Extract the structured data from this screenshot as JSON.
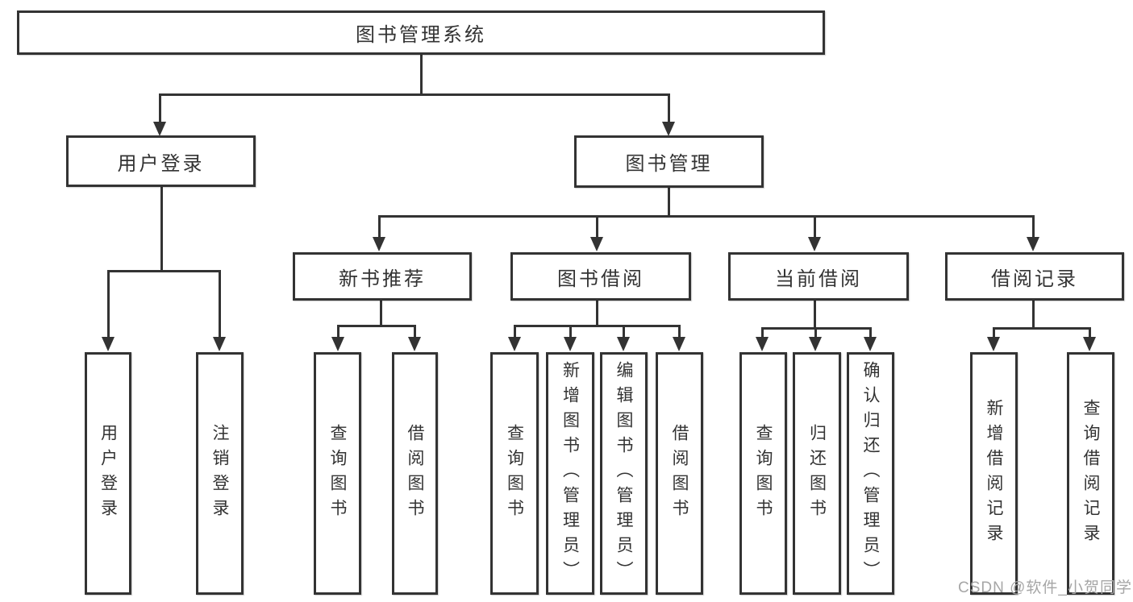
{
  "diagram": {
    "root": {
      "label": "图书管理系统"
    },
    "level2": {
      "user_login": {
        "label": "用户登录"
      },
      "book_management": {
        "label": "图书管理"
      }
    },
    "level3": {
      "new_book_recommend": {
        "label": "新书推荐"
      },
      "book_borrow": {
        "label": "图书借阅"
      },
      "current_borrow": {
        "label": "当前借阅"
      },
      "borrow_records": {
        "label": "借阅记录"
      }
    },
    "leaves": {
      "user_login": {
        "label": "用户登录"
      },
      "logout": {
        "label": "注销登录"
      },
      "rec_query_books": {
        "label": "查询图书"
      },
      "rec_borrow_books": {
        "label": "借阅图书"
      },
      "bb_query_books": {
        "label": "查询图书"
      },
      "bb_add_books": {
        "label": "新增图书（管理员）"
      },
      "bb_edit_books": {
        "label": "编辑图书（管理员）"
      },
      "bb_borrow_books": {
        "label": "借阅图书"
      },
      "cb_query_books": {
        "label": "查询图书"
      },
      "cb_return_books": {
        "label": "归还图书"
      },
      "cb_confirm_return": {
        "label": "确认归还（管理员）"
      },
      "br_add_record": {
        "label": "新增借阅记录"
      },
      "br_query_record": {
        "label": "查询借阅记录"
      }
    },
    "watermark": "CSDN @软件_小贺同学",
    "colors": {
      "line": "#333333",
      "text": "#333333",
      "box_fill": "#ffffff",
      "watermark": "#a6a6a6"
    }
  }
}
